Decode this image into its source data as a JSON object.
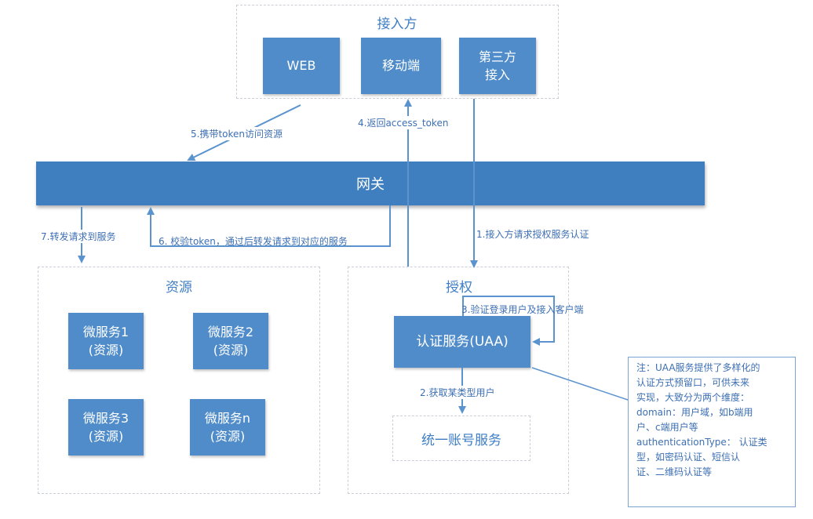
{
  "access": {
    "title": "接入方",
    "web": "WEB",
    "mobile": "移动端",
    "third_party": "第三方\n接入"
  },
  "gateway": {
    "label": "网关"
  },
  "resources": {
    "title": "资源",
    "services": [
      "微服务1\n(资源)",
      "微服务2\n(资源)",
      "微服务3\n(资源)",
      "微服务n\n(资源)"
    ]
  },
  "auth": {
    "title": "授权",
    "uaa": "认证服务(UAA)",
    "account": "统一账号服务"
  },
  "steps": {
    "s1": "1.接入方请求授权服务认证",
    "s2": "2.获取某类型用户",
    "s3": "3.验证登录用户及接入客户端",
    "s4": "4.返回access_token",
    "s5": "5.携带token访问资源",
    "s6": "6. 校验token，通过后转发请求到对应的服务",
    "s7": "7.转发请求到服务"
  },
  "note": "注：UAA服务提供了多样化的\n认证方式预留口，可供未来\n实现，大致分为两个维度：\ndomain：用户域，如b端用\n户、c端用户等\nauthenticationType： 认证类\n型，如密码认证、短信认\n证、二维码认证等",
  "colors": {
    "box": "#4f8cc9",
    "gateway": "#3f7fbf",
    "text": "#3d6fb3",
    "arrow": "#5b93cf"
  }
}
